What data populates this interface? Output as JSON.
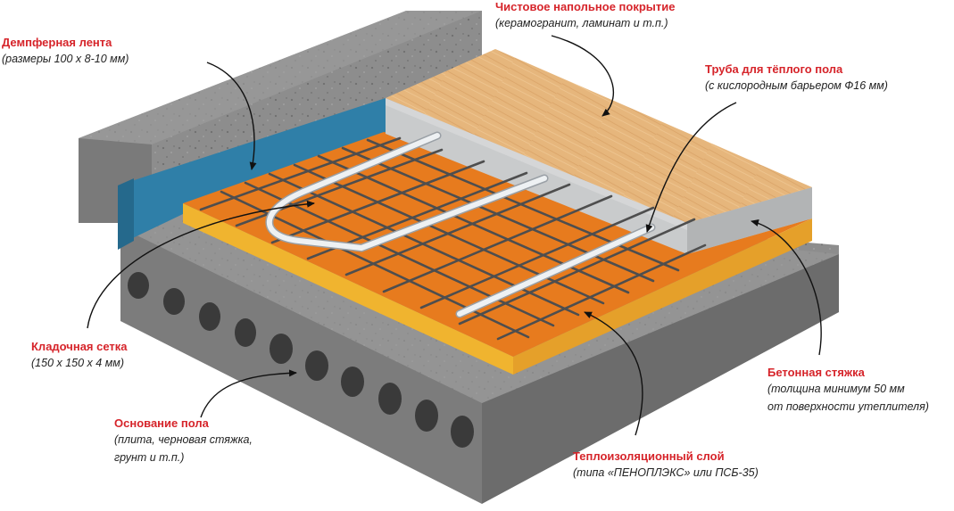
{
  "colors": {
    "label_title": "#d6242a",
    "label_sub": "#222222",
    "concrete": "#8c8c8c",
    "insulation_orange": "#e77b1e",
    "insulation_yellow": "#f0b42f",
    "damper_blue": "#2f7fa8",
    "screed": "#c9cbcc",
    "wood": "#e8b97e",
    "pipe": "#e8ecef",
    "rebar": "#4e4e4e"
  },
  "icons": [
    "arrow-callout"
  ],
  "labels": {
    "damper": {
      "title": "Демпферная лента",
      "sub": "(размеры 100 х 8-10 мм)"
    },
    "finish": {
      "title": "Чистовое напольное покрытие",
      "sub": "(керамогранит, ламинат и т.п.)"
    },
    "pipe": {
      "title": "Труба для тёплого пола",
      "sub": "(с кислородным барьером Ф16 мм)"
    },
    "mesh": {
      "title": "Кладочная сетка",
      "sub": "(150 х 150 х 4 мм)"
    },
    "screed": {
      "title": "Бетонная стяжка",
      "sub": "(толщина минимум 50 мм",
      "sub2": "от поверхности утеплителя)"
    },
    "base": {
      "title": "Основание пола",
      "sub": "(плита, черновая стяжка,",
      "sub2": "грунт и т.п.)"
    },
    "insulation": {
      "title": "Теплоизоляционный слой",
      "sub": "(типа «ПЕНОПЛЭКС» или ПСБ-35)"
    }
  }
}
